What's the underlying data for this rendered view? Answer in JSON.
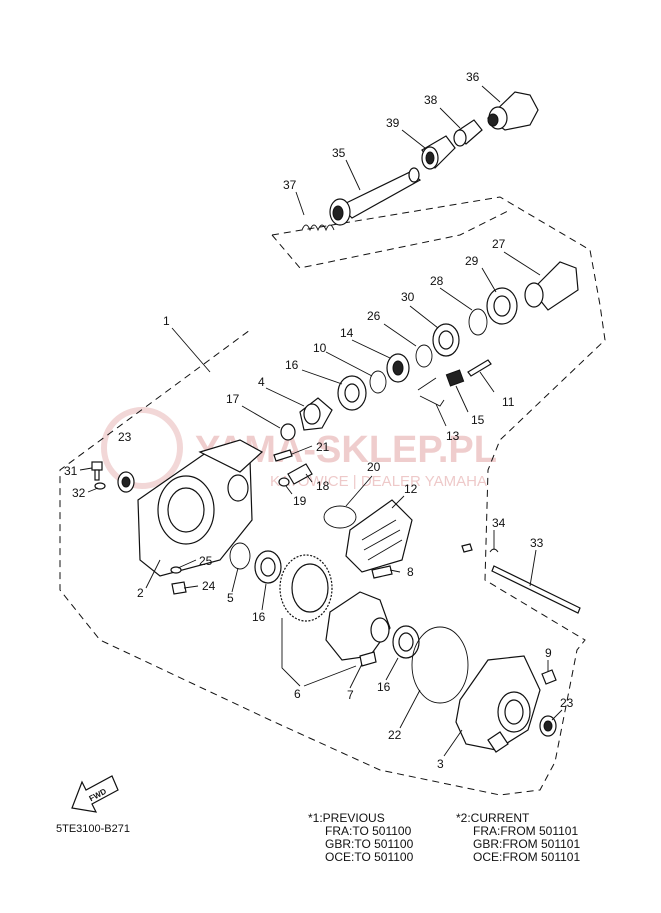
{
  "watermark": {
    "brand": "YAMA-SKLEP.PL",
    "tagline": "KATOWICE | DEALER YAMAHA",
    "color": "#e3a6a6"
  },
  "callouts": {
    "c36": "36",
    "c38": "38",
    "c39": "39",
    "c35": "35",
    "c37": "37",
    "c27": "27",
    "c29": "29",
    "c28": "28",
    "c30": "30",
    "c26": "26",
    "c1": "1",
    "c14": "14",
    "c10": "10",
    "c16a": "16",
    "c4": "4",
    "c17": "17",
    "c11": "11",
    "c15": "15",
    "c13": "13",
    "c23a": "23",
    "c21": "21",
    "c31": "31",
    "c32": "32",
    "c20": "20",
    "c18": "18",
    "c19": "19",
    "c12": "12",
    "c25": "25",
    "c24": "24",
    "c2": "2",
    "c5": "5",
    "c16b": "16",
    "c8": "8",
    "c34": "34",
    "c33": "33",
    "c6": "6",
    "c7": "7",
    "c16c": "16",
    "c9": "9",
    "c22": "22",
    "c23b": "23",
    "c3": "3"
  },
  "fwd_label": "FWD",
  "diagram_code": "5TE3100-B271",
  "notes": {
    "previous": {
      "title": "*1:PREVIOUS",
      "fra": "FRA:TO 501100",
      "gbr": "GBR:TO 501100",
      "oce": "OCE:TO 501100"
    },
    "current": {
      "title": "*2:CURRENT",
      "fra": "FRA:FROM 501101",
      "gbr": "GBR:FROM 501101",
      "oce": "OCE:FROM 501101"
    }
  }
}
